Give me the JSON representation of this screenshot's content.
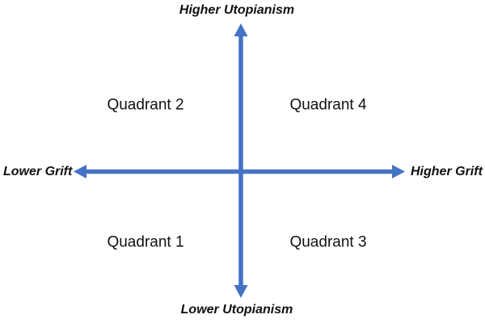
{
  "diagram": {
    "axes": {
      "top_label": "Higher Utopianism",
      "bottom_label": "Lower Utopianism",
      "left_label": "Lower Grift",
      "right_label": "Higher Grift"
    },
    "quadrants": {
      "top_left": "Quadrant 2",
      "top_right": "Quadrant 4",
      "bottom_left": "Quadrant 1",
      "bottom_right": "Quadrant 3"
    },
    "colors": {
      "axis_blue": "#4472C4",
      "text": "#111111",
      "background": "#FFFFFF"
    }
  }
}
